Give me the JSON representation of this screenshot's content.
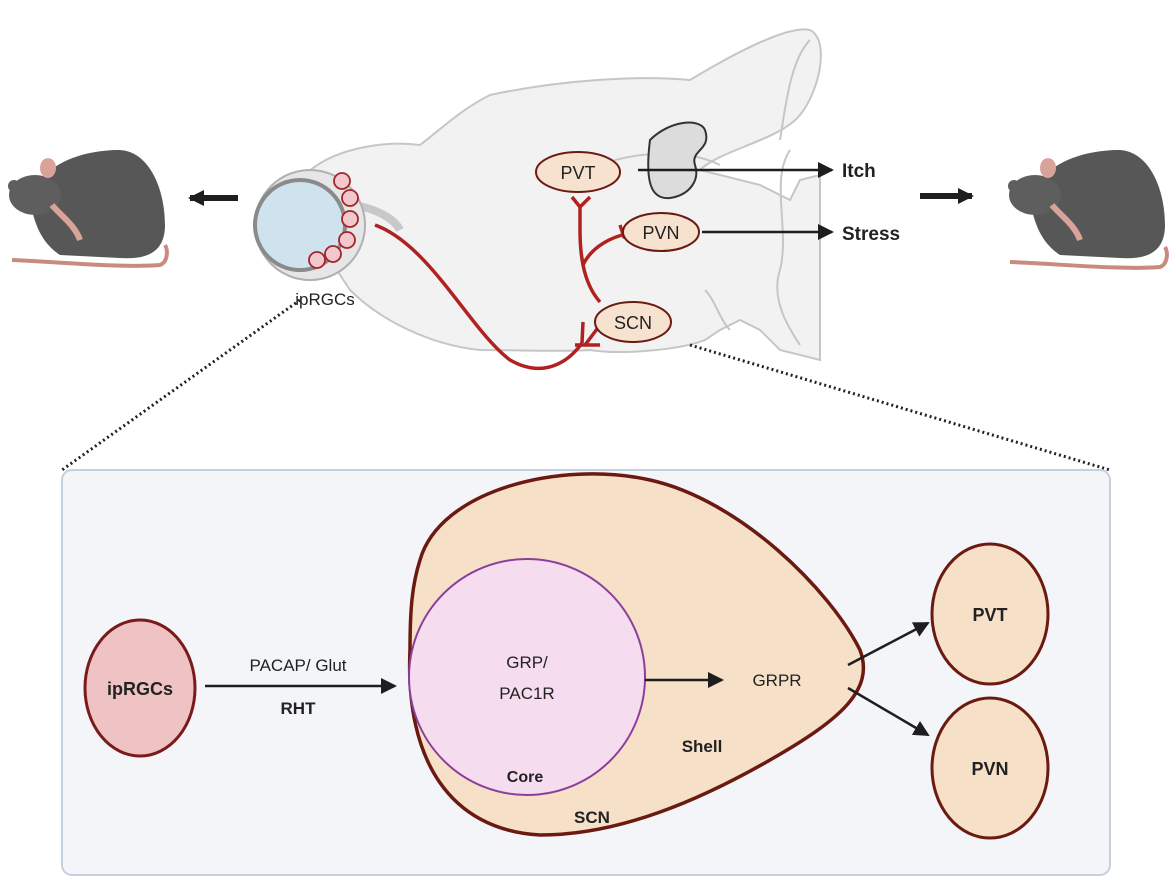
{
  "top": {
    "eye_label": "ipRGCs",
    "nodes": {
      "pvt": "PVT",
      "pvn": "PVN",
      "scn": "SCN"
    },
    "outputs": {
      "itch": "Itch",
      "stress": "Stress"
    }
  },
  "detail": {
    "iprgcs": "ipRGCs",
    "pathway_top": "PACAP/ Glut",
    "pathway_bottom": "RHT",
    "core_line1": "GRP/",
    "core_line2": "PAC1R",
    "core_label": "Core",
    "grpr": "GRPR",
    "shell_label": "Shell",
    "scn_label": "SCN",
    "pvt": "PVT",
    "pvn": "PVN"
  },
  "colors": {
    "axon": "#b0211f",
    "node_fill": "#f6e2cf",
    "node_stroke": "#6b1a12",
    "iprgc_fill": "#efc3c3",
    "core_fill": "#f5dcee",
    "core_stroke": "#8b3f9c",
    "panel_fill": "#f3f5f9",
    "panel_stroke": "#c6d1de"
  }
}
